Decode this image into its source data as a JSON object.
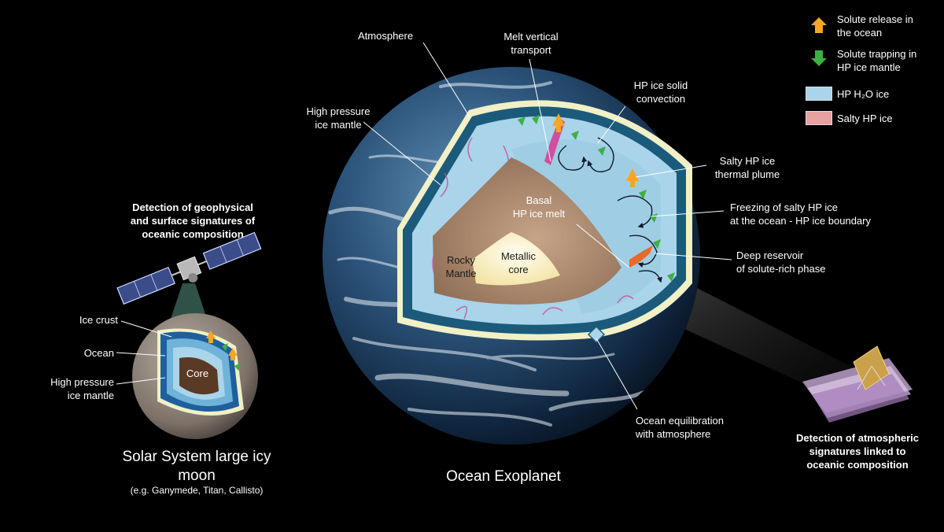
{
  "legend": {
    "release": "Solute release in\nthe ocean",
    "trapping": "Solute trapping in\nHP ice mantle",
    "hp_ice": "HP H₂O ice",
    "salty_ice": "Salty HP ice",
    "colors": {
      "release_arrow": "#f5a623",
      "trapping_arrow": "#3cb043",
      "hp_ice": "#a9d4ea",
      "salty_ice": "#e8a0a0"
    }
  },
  "exoplanet": {
    "title": "Ocean Exoplanet",
    "labels": {
      "atmosphere": "Atmosphere",
      "melt_transport": "Melt vertical\ntransport",
      "hp_convection": "HP ice solid\nconvection",
      "high_pressure_mantle": "High pressure\nice mantle",
      "salty_plume": "Salty HP ice\nthermal plume",
      "basal_melt": "Basal\nHP ice melt",
      "freezing": "Freezing of salty HP ice\nat the ocean - HP ice boundary",
      "rocky_mantle": "Rocky\nMantle",
      "metallic_core": "Metallic\ncore",
      "deep_reservoir": "Deep reservoir\nof solute-rich phase",
      "equilibration": "Ocean equilibration\nwith atmosphere"
    }
  },
  "moon": {
    "detection": "Detection of geophysical\nand surface signatures of\noceanic composition",
    "ice_crust": "Ice crust",
    "ocean": "Ocean",
    "hp_mantle": "High pressure\nice mantle",
    "core": "Core",
    "title": "Solar System\nlarge icy moon",
    "examples": "(e.g. Ganymede, Titan, Callisto)"
  },
  "telescope": {
    "detection": "Detection of atmospheric\nsignatures linked to\noceanic composition"
  }
}
